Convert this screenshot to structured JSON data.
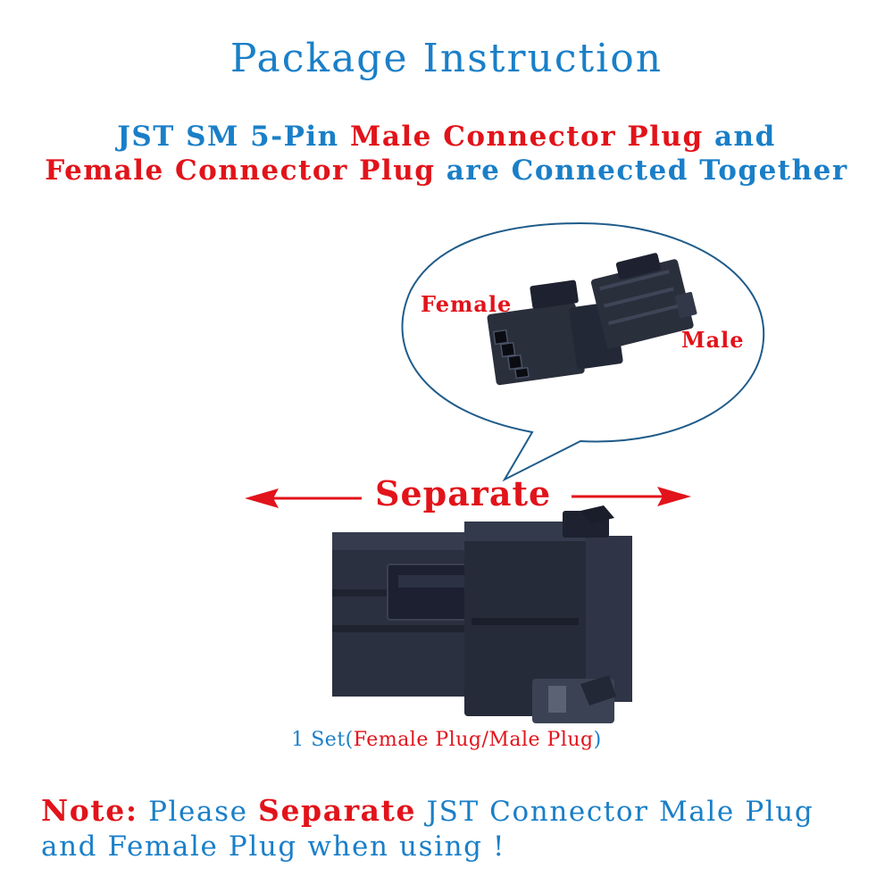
{
  "header": {
    "title": "Package Instruction",
    "line1": {
      "part1": "JST SM 5-Pin",
      "part2": "Male Connector Plug",
      "part3": "and"
    },
    "line2": {
      "part1": "Female Connector Plug",
      "part2": "are Connected Together"
    }
  },
  "bubble": {
    "female_label": "Female",
    "male_label": "Male"
  },
  "separate_label": "Separate",
  "caption": {
    "prefix": "1 Set(",
    "highlight": "Female Plug/Male Plug",
    "suffix": ")"
  },
  "note": {
    "label": "Note:",
    "text1": "Please",
    "highlight": "Separate",
    "text2": "JST Connector Male Plug",
    "text3": "and Female Plug when using !"
  },
  "colors": {
    "blue": "#1a7fc8",
    "red": "#e2131a",
    "connector": "#2a2f3c"
  }
}
